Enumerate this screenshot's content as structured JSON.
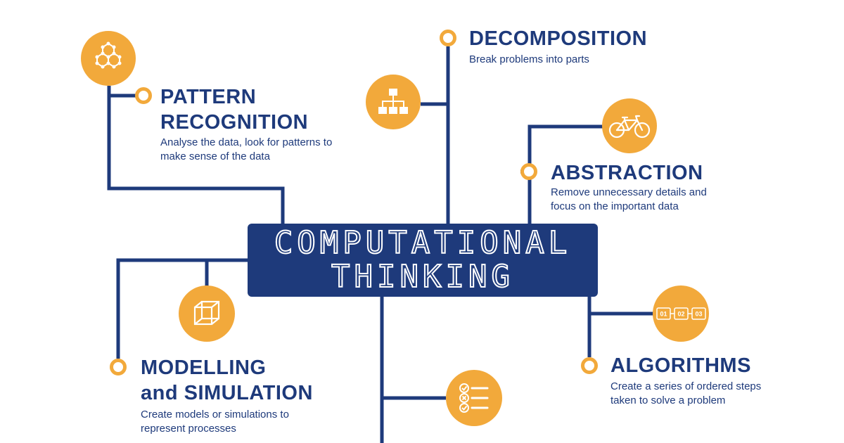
{
  "center": {
    "line1": "COMPUTATIONAL",
    "line2": "THINKING"
  },
  "pattern_recognition": {
    "title_line1": "PATTERN",
    "title_line2": "RECOGNITION",
    "desc_line1": "Analyse the data, look for patterns to",
    "desc_line2": "make sense of the data",
    "icon": "hexagon-network-icon"
  },
  "decomposition": {
    "title": "DECOMPOSITION",
    "desc": "Break problems into parts",
    "icon": "hierarchy-blocks-icon"
  },
  "abstraction": {
    "title": "ABSTRACTION",
    "desc_line1": "Remove unnecessary details and",
    "desc_line2": "focus on the important data",
    "icon": "bicycle-icon"
  },
  "modelling": {
    "title_line1": "MODELLING",
    "title_line2": "and SIMULATION",
    "desc_line1": "Create models or simulations to",
    "desc_line2": "represent processes",
    "icon": "wireframe-cube-icon"
  },
  "algorithms": {
    "title": "ALGORITHMS",
    "desc_line1": "Create a series of ordered steps",
    "desc_line2": "taken to solve a problem",
    "icon": "numbered-steps-icon",
    "steps": [
      "01",
      "02",
      "03"
    ]
  },
  "evaluation": {
    "icon": "checklist-icon"
  },
  "colors": {
    "navy": "#1E3A7B",
    "orange": "#F2A93B",
    "white": "#FFFFFF"
  }
}
